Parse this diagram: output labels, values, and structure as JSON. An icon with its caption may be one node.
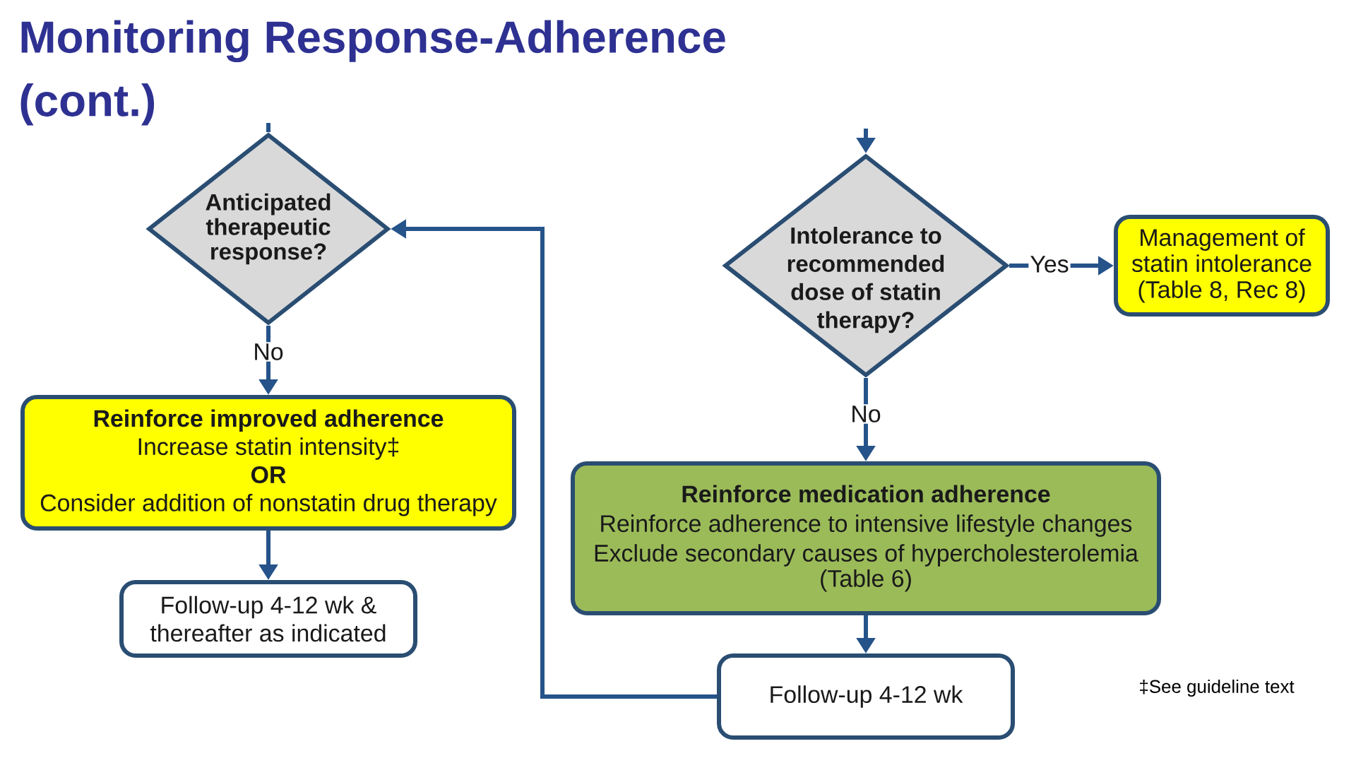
{
  "diagram": {
    "title": "Monitoring Response-Adherence (cont.)",
    "nodes": [
      {
        "text": [
          "Anticipated therapeutic response?"
        ]
      },
      {
        "text": [
          "Reinforce improved adherence",
          "Increase statin intensity‡",
          "OR",
          "Consider addition of nonstatin drug therapy"
        ]
      },
      {
        "text": [
          "Follow-up 4-12 wk & thereafter as indicated"
        ]
      },
      {
        "text": [
          "Intolerance to recommended dose of statin therapy?"
        ]
      },
      {
        "text": [
          "Management of statin intolerance (Table 8, Rec 8)"
        ]
      },
      {
        "text": [
          "Reinforce medication adherence",
          "Reinforce adherence to intensive lifestyle changes",
          "Exclude secondary causes of hypercholesterolemia (Table 6)"
        ]
      },
      {
        "text": [
          "Follow-up 4-12 wk"
        ]
      }
    ],
    "edges": [
      {
        "from": null,
        "to": 0,
        "arrow": "none"
      },
      {
        "from": 0,
        "to": 1,
        "label": "No",
        "arrow": "to"
      },
      {
        "from": 1,
        "to": 2,
        "arrow": "to"
      },
      {
        "from": null,
        "to": 3,
        "arrow": "to"
      },
      {
        "from": 3,
        "to": 4,
        "label": "Yes",
        "arrow": "to"
      },
      {
        "from": 3,
        "to": 5,
        "label": "No",
        "arrow": "to"
      },
      {
        "from": 5,
        "to": 6,
        "arrow": "to"
      },
      {
        "from": 6,
        "to": 0,
        "arrow": "to"
      }
    ],
    "labels": [
      "‡See guideline text"
    ]
  }
}
